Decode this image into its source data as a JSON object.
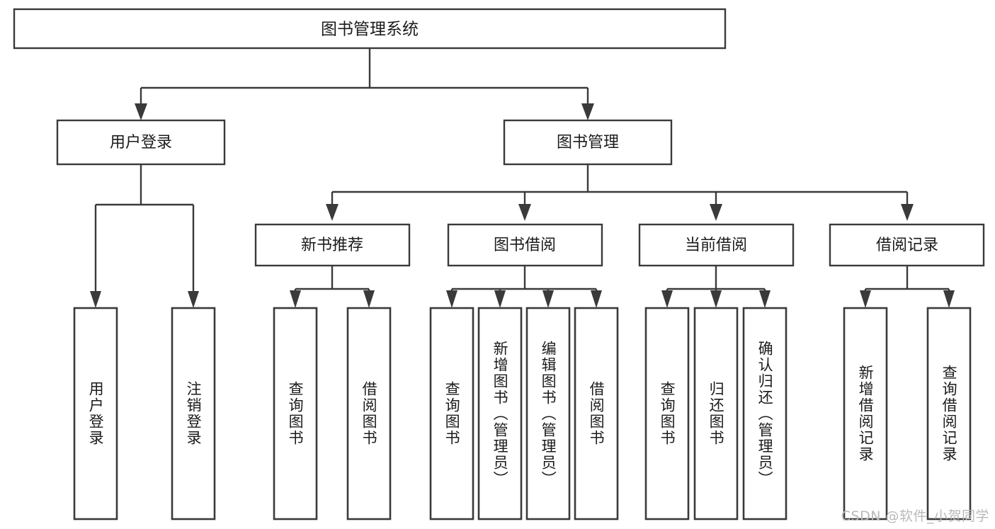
{
  "diagram": {
    "type": "tree",
    "title": "图书管理系统",
    "orientation": "top-down",
    "background_color": "#ffffff",
    "line_color": "#3a3a3a",
    "text_color": "#1b1b1b",
    "box_fill": "#ffffff",
    "levels": 4,
    "root": {
      "label": "图书管理系统"
    },
    "level2": [
      {
        "label": "用户登录"
      },
      {
        "label": "图书管理"
      }
    ],
    "level3": [
      {
        "label": "新书推荐"
      },
      {
        "label": "图书借阅"
      },
      {
        "label": "当前借阅"
      },
      {
        "label": "借阅记录"
      }
    ],
    "leaves": {
      "user_login": [
        {
          "label": "用户登录"
        },
        {
          "label": "注销登录"
        }
      ],
      "new_book_recommend": [
        {
          "label": "查询图书"
        },
        {
          "label": "借阅图书"
        }
      ],
      "book_borrow": [
        {
          "label": "查询图书"
        },
        {
          "label": "新增图书（管理员）"
        },
        {
          "label": "编辑图书（管理员）"
        },
        {
          "label": "借阅图书"
        }
      ],
      "current_borrow": [
        {
          "label": "查询图书"
        },
        {
          "label": "归还图书"
        },
        {
          "label": "确认归还（管理员）"
        }
      ],
      "borrow_record": [
        {
          "label": "新增借阅记录"
        },
        {
          "label": "查询借阅记录"
        }
      ]
    }
  },
  "watermark": {
    "text": "CSDN @软件_小贺同学"
  }
}
